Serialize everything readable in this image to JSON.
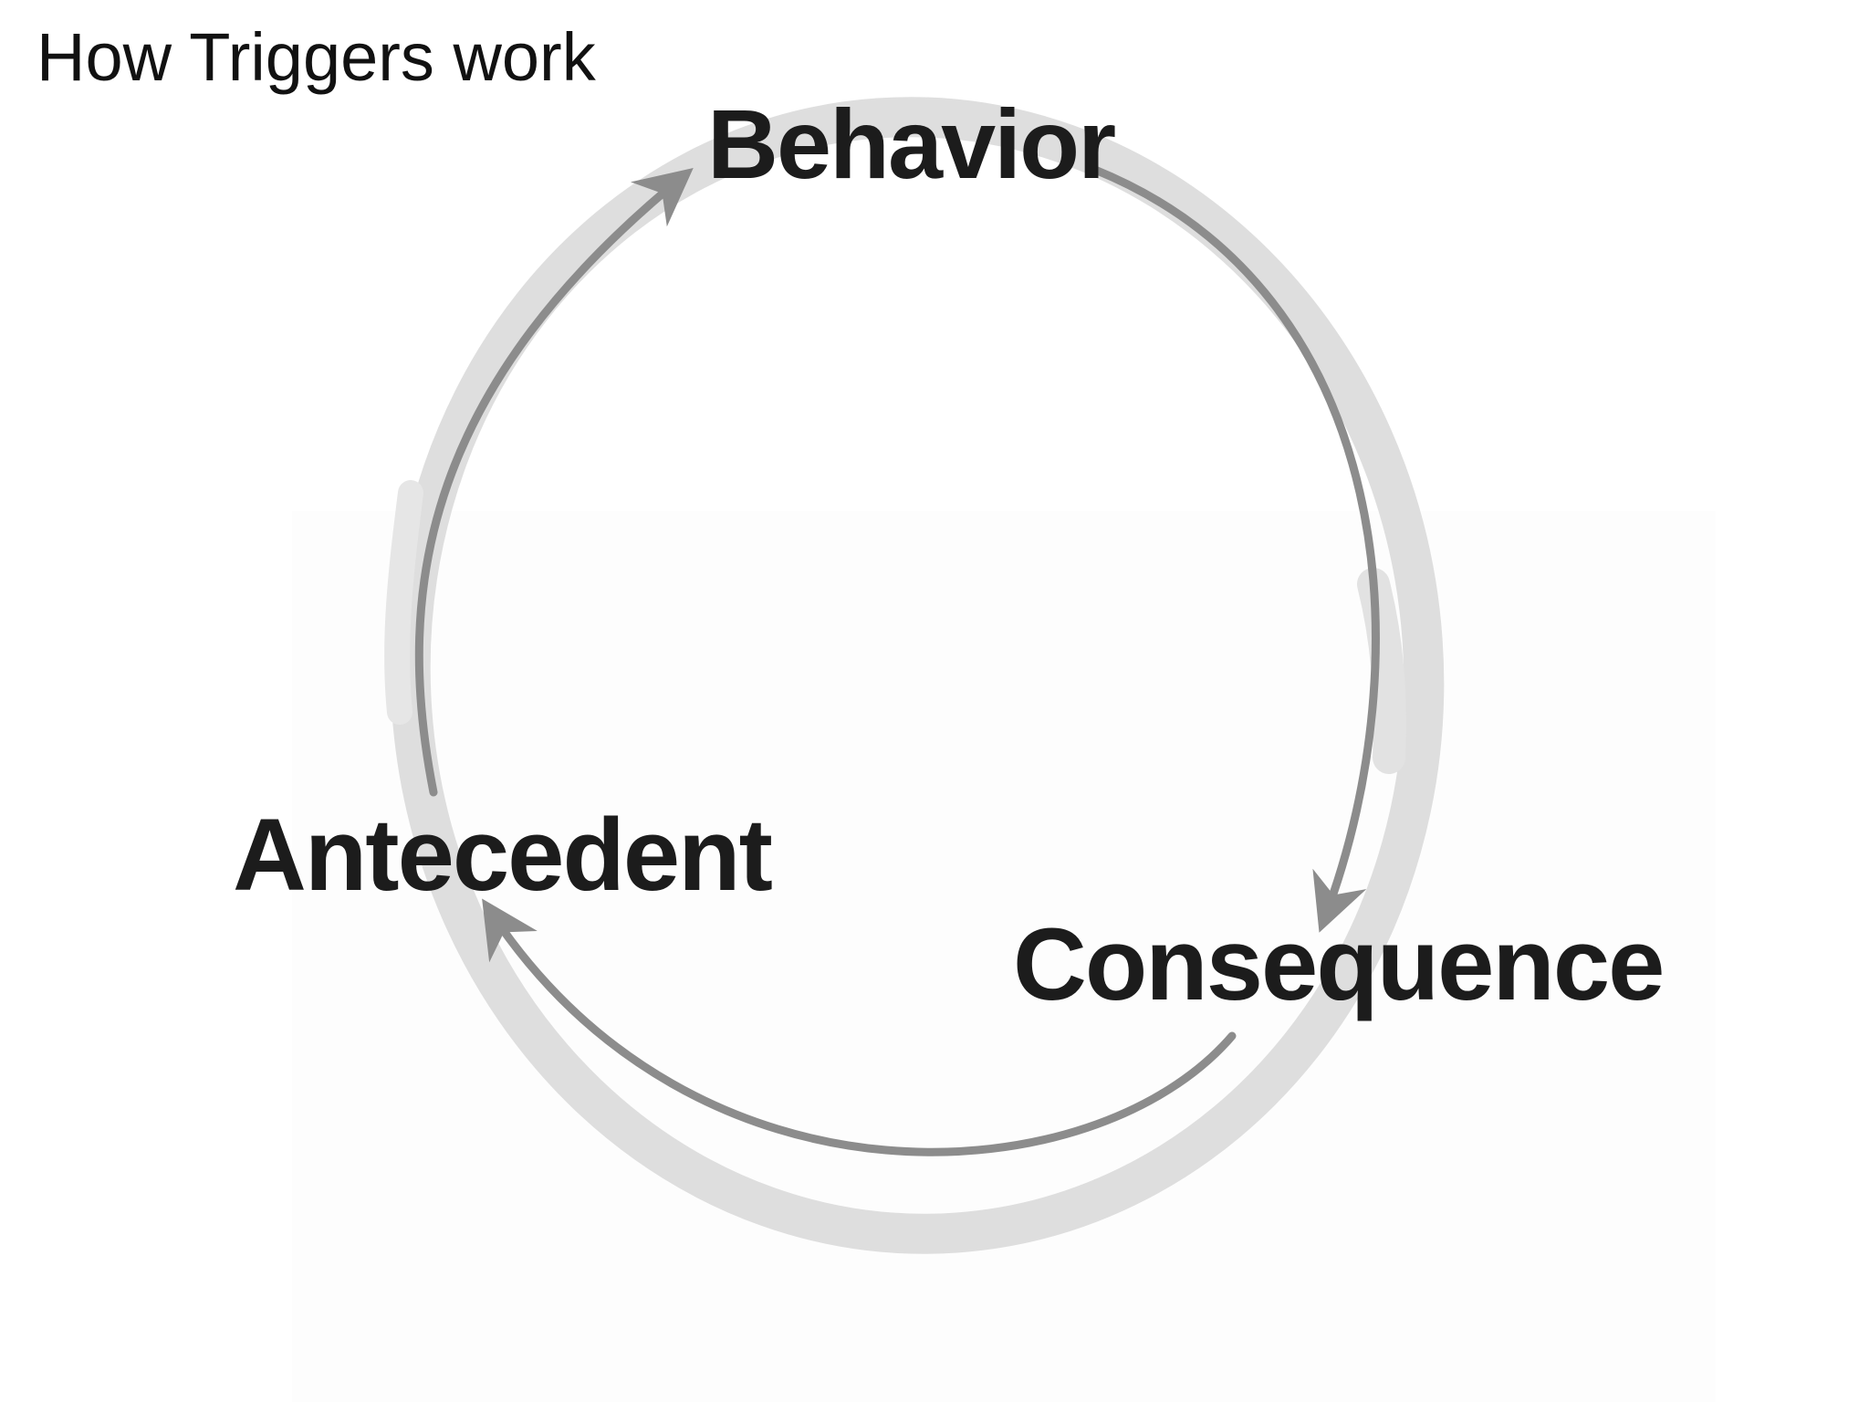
{
  "slide": {
    "title": "How Triggers work"
  },
  "diagram": {
    "type": "cycle",
    "nodes": [
      {
        "id": "behavior",
        "label": "Behavior"
      },
      {
        "id": "consequence",
        "label": "Consequence"
      },
      {
        "id": "antecedent",
        "label": "Antecedent"
      }
    ],
    "edges": [
      {
        "from": "antecedent",
        "to": "behavior"
      },
      {
        "from": "behavior",
        "to": "consequence"
      },
      {
        "from": "consequence",
        "to": "antecedent"
      }
    ],
    "colors": {
      "halo": "#dedede",
      "arrow": "#8c8c8c",
      "label": "#1c1c1c"
    }
  }
}
